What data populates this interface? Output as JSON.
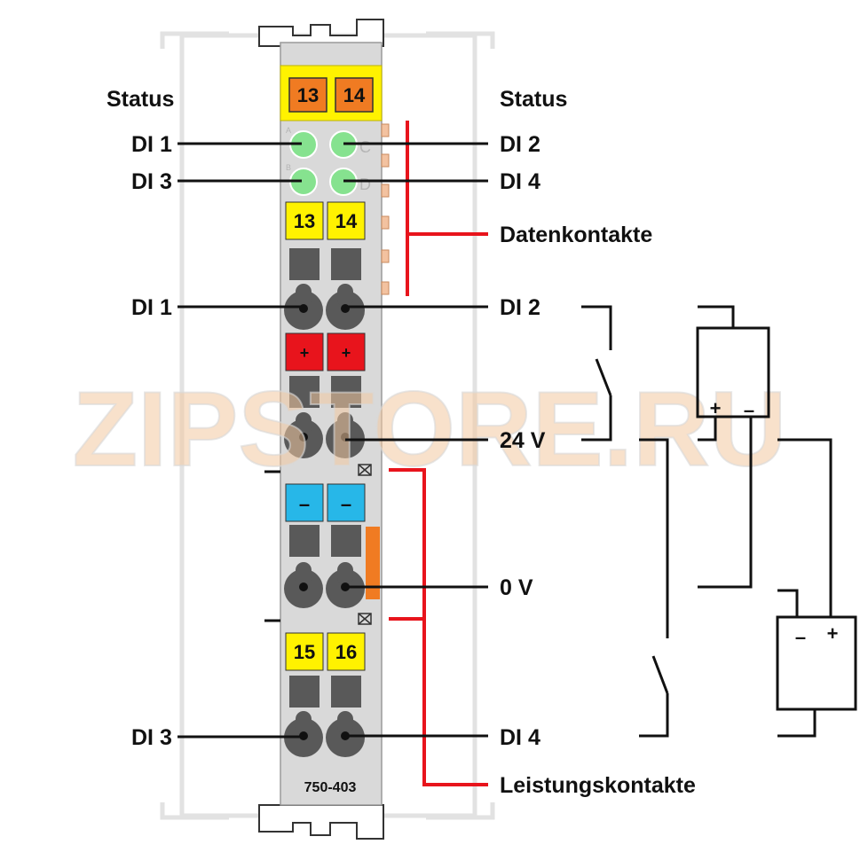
{
  "module": {
    "model": "750-403",
    "led_letters": [
      "A",
      "C",
      "B",
      "D"
    ],
    "top_strip": [
      "13",
      "14"
    ],
    "terminal_blocks": [
      {
        "left": "13",
        "right": "14",
        "fill": "#fff200"
      },
      {
        "left": "+",
        "right": "+",
        "fill": "#e8141c"
      },
      {
        "left": "–",
        "right": "–",
        "fill": "#27b7e8"
      },
      {
        "left": "15",
        "right": "16",
        "fill": "#fff200"
      }
    ]
  },
  "labels": {
    "status_left": "Status",
    "status_right": "Status",
    "di1": "DI 1",
    "di2": "DI 2",
    "di3": "DI 3",
    "di4": "DI 4",
    "datenkontakte": "Datenkontakte",
    "leistungskontakte": "Leistungskontakte",
    "v24": "24 V",
    "v0": "0 V"
  },
  "circuit": {
    "upper_box": {
      "plus": "+",
      "minus": "–"
    },
    "lower_box": {
      "minus": "–",
      "plus": "+"
    }
  },
  "watermark": "ZIPSTORE.RU",
  "colors": {
    "accent_red": "#e8141c",
    "led_green": "#86e28f",
    "orange": "#f07b22",
    "yellow": "#fff200",
    "blue": "#27b7e8",
    "module_gray": "#d9d9d9"
  }
}
